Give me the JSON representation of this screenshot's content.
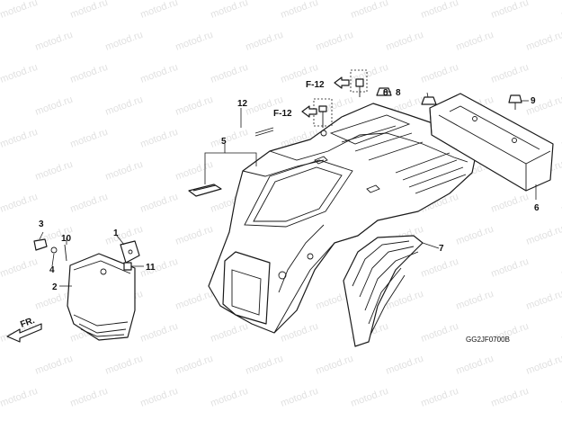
{
  "watermark_text": "motod.ru",
  "diagram_code": "GG2JF0700B",
  "direction_label": "FR.",
  "ref_labels": [
    "F-12",
    "F-12"
  ],
  "callouts": [
    {
      "id": "c1",
      "label": "1"
    },
    {
      "id": "c2",
      "label": "2"
    },
    {
      "id": "c3",
      "label": "3"
    },
    {
      "id": "c4",
      "label": "4"
    },
    {
      "id": "c5",
      "label": "5"
    },
    {
      "id": "c6",
      "label": "6"
    },
    {
      "id": "c7",
      "label": "7"
    },
    {
      "id": "c8a",
      "label": "8"
    },
    {
      "id": "c8b",
      "label": "8"
    },
    {
      "id": "c9",
      "label": "9"
    },
    {
      "id": "c10",
      "label": "10"
    },
    {
      "id": "c11",
      "label": "11"
    },
    {
      "id": "c12",
      "label": "12"
    }
  ]
}
